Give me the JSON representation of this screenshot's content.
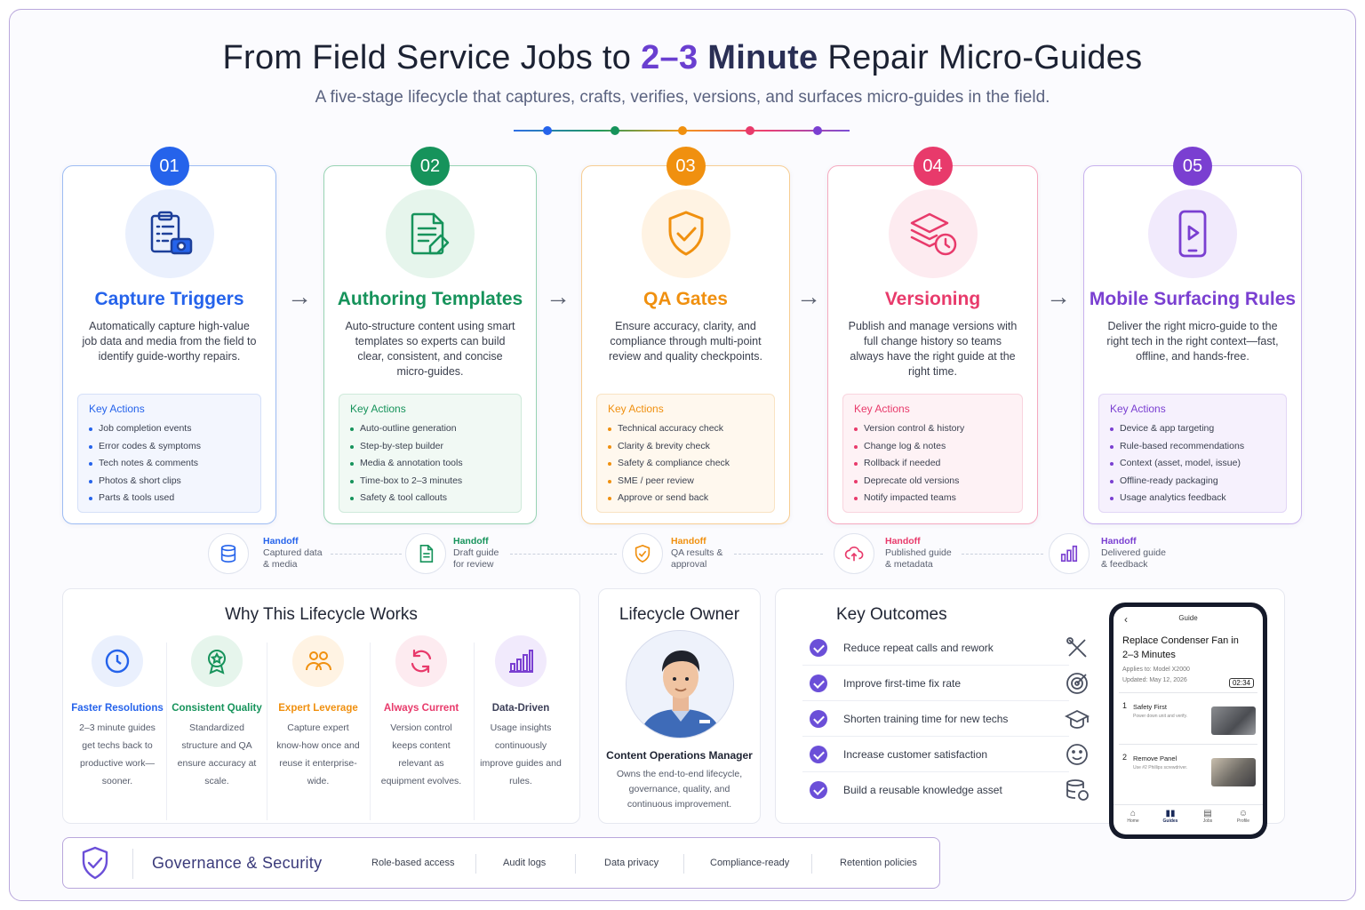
{
  "title": {
    "pre": "From Field Service Jobs to ",
    "highlight": "2–3",
    "highlight2": "Minute",
    "post": " Repair Micro-Guides"
  },
  "subtitle": "A five-stage lifecycle that captures, crafts, verifies, versions, and surfaces micro-guides in the field.",
  "key_actions_label": "Key Actions",
  "stages": [
    {
      "num": "01",
      "title": "Capture Triggers",
      "color": "#2563eb",
      "desc": "Automatically capture high-value job data and media from the field to identify guide-worthy repairs.",
      "actions": [
        "Job completion events",
        "Error codes & symptoms",
        "Tech notes & comments",
        "Photos & short clips",
        "Parts & tools used"
      ]
    },
    {
      "num": "02",
      "title": "Authoring Templates",
      "color": "#16935b",
      "desc": "Auto-structure content using smart templates so experts can build clear, consistent, and concise micro-guides.",
      "actions": [
        "Auto-outline generation",
        "Step-by-step builder",
        "Media & annotation tools",
        "Time-box to 2–3 minutes",
        "Safety & tool callouts"
      ]
    },
    {
      "num": "03",
      "title": "QA Gates",
      "color": "#f0900f",
      "desc": "Ensure accuracy, clarity, and compliance through multi-point review and quality checkpoints.",
      "actions": [
        "Technical accuracy check",
        "Clarity & brevity check",
        "Safety & compliance check",
        "SME / peer review",
        "Approve or send back"
      ]
    },
    {
      "num": "04",
      "title": "Versioning",
      "color": "#e83a6b",
      "desc": "Publish and manage versions with full change history so teams always have the right guide at the right time.",
      "actions": [
        "Version control & history",
        "Change log & notes",
        "Rollback if needed",
        "Deprecate old versions",
        "Notify impacted teams"
      ]
    },
    {
      "num": "05",
      "title": "Mobile Surfacing Rules",
      "color": "#7a3fd1",
      "desc": "Deliver the right micro-guide to the right tech in the right context—fast, offline, and hands-free.",
      "actions": [
        "Device & app targeting",
        "Rule-based recommendations",
        "Context (asset, model, issue)",
        "Offline-ready packaging",
        "Usage analytics feedback"
      ]
    }
  ],
  "handoffs": [
    {
      "label": "Handoff",
      "line1": "Captured data",
      "line2": "& media",
      "color": "#2563eb",
      "icon": "database-icon"
    },
    {
      "label": "Handoff",
      "line1": "Draft guide",
      "line2": "for review",
      "color": "#16935b",
      "icon": "document-icon"
    },
    {
      "label": "Handoff",
      "line1": "QA results &",
      "line2": "approval",
      "color": "#f0900f",
      "icon": "shield-check-icon"
    },
    {
      "label": "Handoff",
      "line1": "Published guide",
      "line2": "& metadata",
      "color": "#e83a6b",
      "icon": "cloud-upload-icon"
    },
    {
      "label": "Handoff",
      "line1": "Delivered guide",
      "line2": "& feedback",
      "color": "#7a3fd1",
      "icon": "bar-chart-icon"
    }
  ],
  "why": {
    "title": "Why This Lifecycle Works",
    "items": [
      {
        "title": "Faster Resolutions",
        "desc": "2–3 minute guides get techs back to productive work—sooner.",
        "color": "#2563eb",
        "icon": "clock-icon"
      },
      {
        "title": "Consistent Quality",
        "desc": "Standardized structure and QA ensure accuracy at scale.",
        "color": "#16935b",
        "icon": "award-icon"
      },
      {
        "title": "Expert Leverage",
        "desc": "Capture expert know-how once and reuse it enterprise-wide.",
        "color": "#f0900f",
        "icon": "users-icon"
      },
      {
        "title": "Always Current",
        "desc": "Version control keeps content relevant as equipment evolves.",
        "color": "#e83a6b",
        "icon": "refresh-icon"
      },
      {
        "title": "Data-Driven",
        "desc": "Usage insights continuously improve guides and rules.",
        "color": "#7a3fd1",
        "icon": "bar-chart-icon"
      }
    ]
  },
  "owner": {
    "title": "Lifecycle Owner",
    "role": "Content Operations Manager",
    "desc": "Owns the end-to-end lifecycle, governance, quality, and continuous improvement."
  },
  "outcomes": {
    "title": "Key Outcomes",
    "items": [
      {
        "text": "Reduce repeat calls and rework",
        "icon": "tools-icon"
      },
      {
        "text": "Improve first-time fix rate",
        "icon": "target-icon"
      },
      {
        "text": "Shorten training time for new techs",
        "icon": "graduation-cap-icon"
      },
      {
        "text": "Increase customer satisfaction",
        "icon": "smile-icon"
      },
      {
        "text": "Build a reusable knowledge asset",
        "icon": "database-icon"
      }
    ]
  },
  "phone": {
    "header": "Guide",
    "guide_title": "Replace Condenser Fan in 2–3 Minutes",
    "applies": "Applies to: Model X2000",
    "updated": "Updated: May 12, 2026",
    "duration": "02:34",
    "steps": [
      {
        "num": "1",
        "title": "Safety First",
        "desc": "Power down unit and verify."
      },
      {
        "num": "2",
        "title": "Remove Panel",
        "desc": "Use #2 Phillips screwdriver."
      }
    ],
    "nav": [
      "Home",
      "Guides",
      "Jobs",
      "Profile"
    ]
  },
  "governance": {
    "title": "Governance & Security",
    "items": [
      "Role-based access",
      "Audit logs",
      "Data privacy",
      "Compliance-ready",
      "Retention policies"
    ]
  }
}
